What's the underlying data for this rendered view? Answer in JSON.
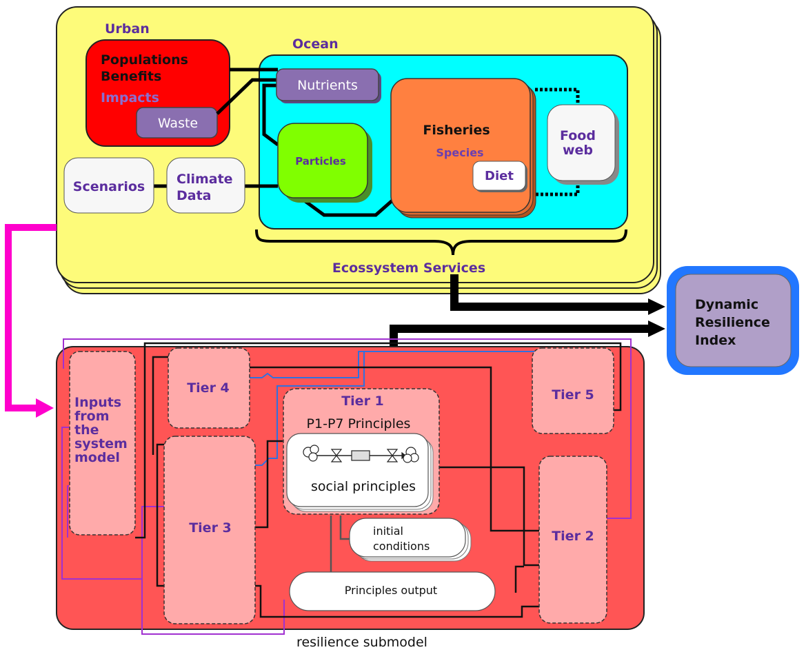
{
  "top": {
    "urban_label": "Urban",
    "ocean_label": "Ocean",
    "populations_line1": "Populations",
    "populations_line2": "Benefits",
    "impacts_label": "Impacts",
    "waste_label": "Waste",
    "nutrients_label": "Nutrients",
    "particles_label": "Particles",
    "fisheries_label": "Fisheries",
    "species_label": "Species",
    "diet_label": "Diet",
    "foodweb_line1": "Food",
    "foodweb_line2": "web",
    "scenarios_label": "Scenarios",
    "climate_line1": "Climate",
    "climate_line2": "Data",
    "ecosystem_services_label": "Ecossystem Services"
  },
  "index": {
    "line1": "Dynamic",
    "line2": "Resilience",
    "line3": "Index"
  },
  "bottom": {
    "inputs_line1": "Inputs",
    "inputs_line2": "from",
    "inputs_line3": "the",
    "inputs_line4": "system",
    "inputs_line5": "model",
    "tier4_label": "Tier 4",
    "tier3_label": "Tier 3",
    "tier1_label": "Tier 1",
    "principles_label": "P1-P7 Principles",
    "social_principles_label": "social principles",
    "initial_line1": "initial",
    "initial_line2": "conditions",
    "principles_output_label": "Principles output",
    "tier5_label": "Tier 5",
    "tier2_label": "Tier 2",
    "submodel_label": "resilience submodel"
  },
  "colors": {
    "top_panel": "#fdfb7a",
    "urban_box": "#ff0000",
    "ocean_box": "#00ffff",
    "nutrients_box": "#8a6fb0",
    "particles_box": "#80ff00",
    "fisheries_box": "#ff8040",
    "bottom_panel": "#ff5555",
    "tier_box": "#ffaaaa",
    "index_border": "#2277ff",
    "index_fill": "#b09fc8",
    "feedback_arrow": "#ff00cc",
    "label_purple": "#5b2d9e",
    "wire_purple": "#a030d0",
    "wire_blue": "#3070e0"
  }
}
